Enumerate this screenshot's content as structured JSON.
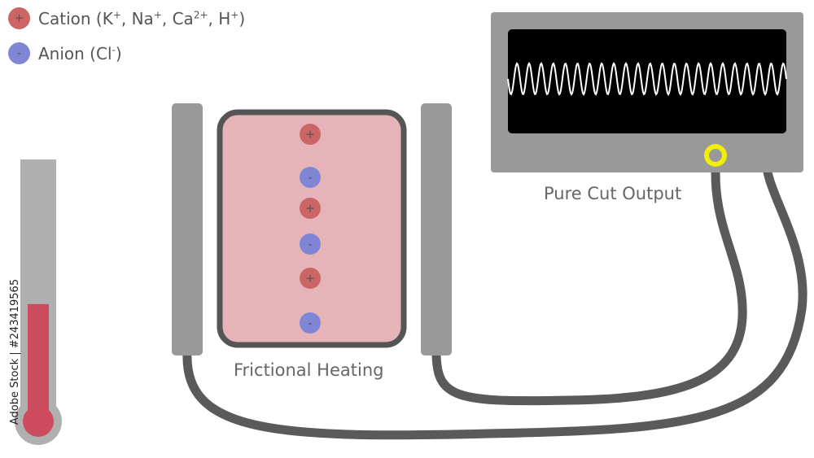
{
  "legend": {
    "cation": {
      "symbol": "+",
      "text": "Cation (K",
      "sup1": "+",
      "text2": ", Na",
      "sup2": "+",
      "text3": ", Ca",
      "sup3": "2+",
      "text4": ", H",
      "sup4": "+",
      "text5": ")"
    },
    "anion": {
      "symbol": "-",
      "text": "Anion (Cl",
      "sup1": "-",
      "text2": ")"
    }
  },
  "tissue": {
    "label": "Frictional Heating",
    "ions": [
      "+",
      "-",
      "+",
      "-",
      "+",
      "-"
    ]
  },
  "generator": {
    "label": "Pure Cut Output"
  },
  "thermometer": {
    "fill_fraction": 0.45
  },
  "watermark": "Adobe Stock | #243419565",
  "colors": {
    "cation": "#cc6666",
    "anion": "#7f86d6",
    "tissue_fill": "#e6b3b9",
    "electrode": "#999999",
    "cable": "#5a5a5a",
    "thermometer_fill": "#cc4c5d",
    "output_highlight": "#f2ef00",
    "screen": "#000000"
  }
}
